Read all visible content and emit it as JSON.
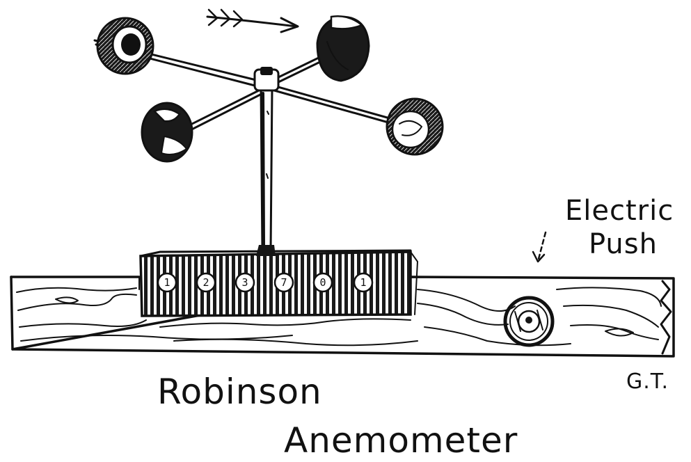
{
  "labels": {
    "title_line1": "Robinson",
    "title_line2": "Anemometer",
    "annotation_line1": "Electric",
    "annotation_line2": "Push",
    "signature": "G.T."
  },
  "counter": {
    "dials": [
      "1",
      "2",
      "3",
      "7",
      "0",
      "1"
    ]
  },
  "colors": {
    "ink": "#111111",
    "paper": "#ffffff"
  },
  "icons": {
    "rotation": "arrow-right-icon",
    "pointer": "arrow-down-icon"
  }
}
